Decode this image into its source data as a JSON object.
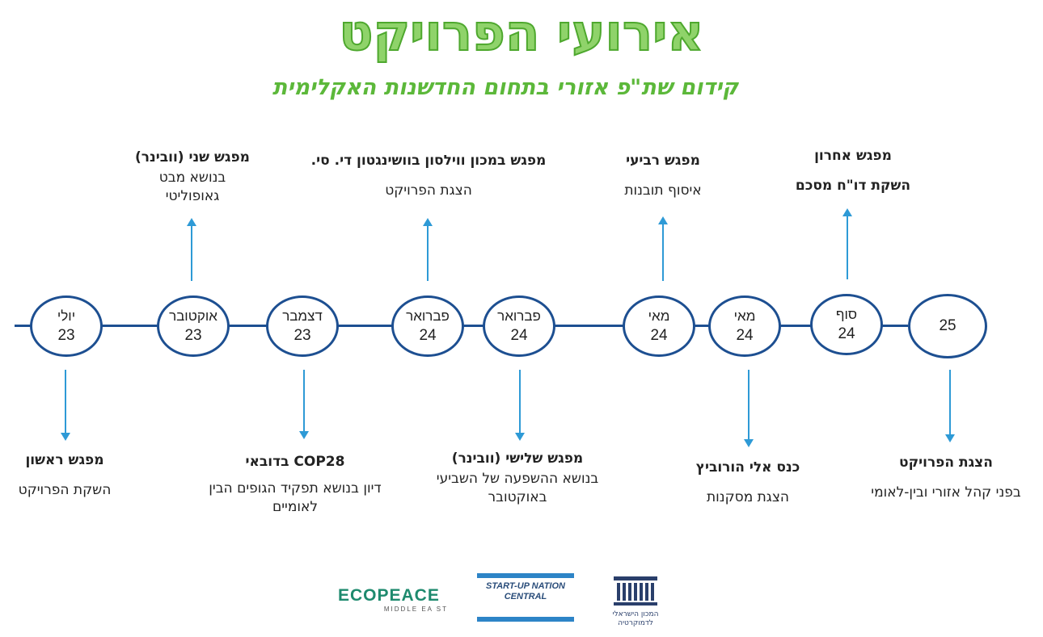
{
  "title": "אירועי הפרויקט",
  "subtitle": "קידום שת\"פ אזורי בתחום החדשנות האקלימית",
  "nodes": [
    {
      "month": "יולי",
      "year": "23"
    },
    {
      "month": "אוקטובר",
      "year": "23"
    },
    {
      "month": "דצמבר",
      "year": "23"
    },
    {
      "month": "פברואר",
      "year": "24"
    },
    {
      "month": "פברואר",
      "year": "24"
    },
    {
      "month": "מאי",
      "year": "24"
    },
    {
      "month": "מאי",
      "year": "24"
    },
    {
      "month": "סוף",
      "year": "24"
    },
    {
      "month": "",
      "year": "25"
    }
  ],
  "events_above": [
    {
      "heading": "מפגש שני (וובינר)",
      "desc": "בנושא מבט גאופוליטי"
    },
    {
      "heading": "מפגש במכון ווילסון בוושינגטון די. סי.",
      "desc": "הצגת הפרויקט"
    },
    {
      "heading": "מפגש רביעי",
      "desc": "איסוף תובנות"
    },
    {
      "heading": "מפגש אחרון",
      "desc": "השקת דו\"ח מסכם"
    }
  ],
  "events_below": [
    {
      "heading": "מפגש ראשון",
      "desc": "השקת הפרויקט"
    },
    {
      "heading": "COP28 בדובאי",
      "desc": "דיון בנושא תפקיד הגופים הבין לאומיים"
    },
    {
      "heading": "מפגש שלישי (וובינר)",
      "desc": "בנושא ההשפעה של השביעי באוקטובר"
    },
    {
      "heading": "כנס אלי הורוביץ",
      "desc": "הצגת מסקנות"
    },
    {
      "heading": "הצגת הפרויקט",
      "desc": "בפני קהל אזורי ובין-לאומי"
    }
  ],
  "logos": {
    "ecopeace_main": "ECOPEACE",
    "ecopeace_sub": "MIDDLE EA ST",
    "snc": "START-UP NATION CENTRAL",
    "idi": "המכון הישראלי לדמוקרטיה"
  },
  "colors": {
    "title": "#8fd36a",
    "subtitle": "#5cb83a",
    "timeline": "#1d4f91",
    "arrows": "#2e9ad6"
  }
}
